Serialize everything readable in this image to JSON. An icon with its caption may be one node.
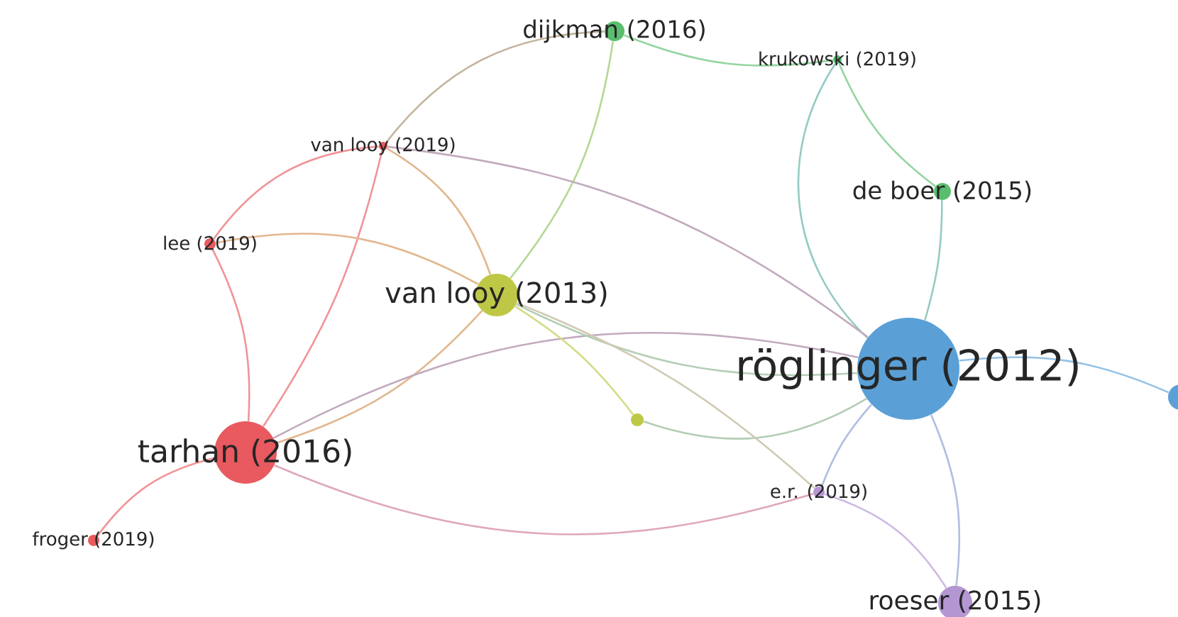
{
  "diagram": {
    "nodes": [
      {
        "text": [
          "dijkman (2016)"
        ]
      },
      {
        "text": [
          "krukowski (2019)"
        ]
      },
      {
        "text": [
          "van looy (2019)"
        ]
      },
      {
        "text": [
          "de boer (2015)"
        ]
      },
      {
        "text": [
          "lee (2019)"
        ]
      },
      {
        "text": [
          "van looy (2013)"
        ]
      },
      {
        "text": [
          "röglinger (2012)"
        ]
      },
      {
        "text": [
          "tarhan (2016)"
        ]
      },
      {
        "text": [],
        "shape": "circle"
      },
      {
        "text": [
          "e.r. (2019)"
        ]
      },
      {
        "text": [
          "froger (2019)"
        ]
      },
      {
        "text": [
          "roeser (2015)"
        ]
      },
      {
        "text": [],
        "shape": "circle"
      }
    ],
    "edges": [
      {
        "from": 0,
        "to": 1,
        "arrow": "none",
        "color": "#94d5a1"
      },
      {
        "from": 0,
        "to": 2,
        "arrow": "none",
        "color": "#c2b49c"
      },
      {
        "from": 0,
        "to": 5,
        "arrow": "none",
        "color": "#b4d894"
      },
      {
        "from": 1,
        "to": 3,
        "arrow": "none",
        "color": "#94d5a1"
      },
      {
        "from": 1,
        "to": 6,
        "arrow": "none",
        "color": "#94cbc3"
      },
      {
        "from": 3,
        "to": 6,
        "arrow": "none",
        "color": "#94cbc3"
      },
      {
        "from": 2,
        "to": 4,
        "arrow": "none",
        "color": "#f09497"
      },
      {
        "from": 2,
        "to": 7,
        "arrow": "none",
        "color": "#f09497"
      },
      {
        "from": 2,
        "to": 5,
        "arrow": "none",
        "color": "#e2b78f"
      },
      {
        "from": 2,
        "to": 6,
        "arrow": "none",
        "color": "#c2aabe"
      },
      {
        "from": 4,
        "to": 5,
        "arrow": "none",
        "color": "#e2b78f"
      },
      {
        "from": 4,
        "to": 7,
        "arrow": "none",
        "color": "#f09497"
      },
      {
        "from": 7,
        "to": 5,
        "arrow": "none",
        "color": "#e2b78f"
      },
      {
        "from": 7,
        "to": 10,
        "arrow": "none",
        "color": "#f09497"
      },
      {
        "from": 7,
        "to": 9,
        "arrow": "none",
        "color": "#dfa7bc"
      },
      {
        "from": 7,
        "to": 6,
        "arrow": "none",
        "color": "#c2aabe"
      },
      {
        "from": 5,
        "to": 6,
        "arrow": "none",
        "color": "#b4ceb6"
      },
      {
        "from": 5,
        "to": 8,
        "arrow": "none",
        "color": "#d5db87"
      },
      {
        "from": 8,
        "to": 6,
        "arrow": "none",
        "color": "#b4ceb6"
      },
      {
        "from": 5,
        "to": 9,
        "arrow": "none",
        "color": "#d1cbb4"
      },
      {
        "from": 6,
        "to": 9,
        "arrow": "none",
        "color": "#b1bee3"
      },
      {
        "from": 6,
        "to": 11,
        "arrow": "none",
        "color": "#b1bee3"
      },
      {
        "from": 9,
        "to": 11,
        "arrow": "none",
        "color": "#cebbe2"
      },
      {
        "from": 6,
        "to": 12,
        "arrow": "none",
        "color": "#94c1e5"
      }
    ]
  }
}
